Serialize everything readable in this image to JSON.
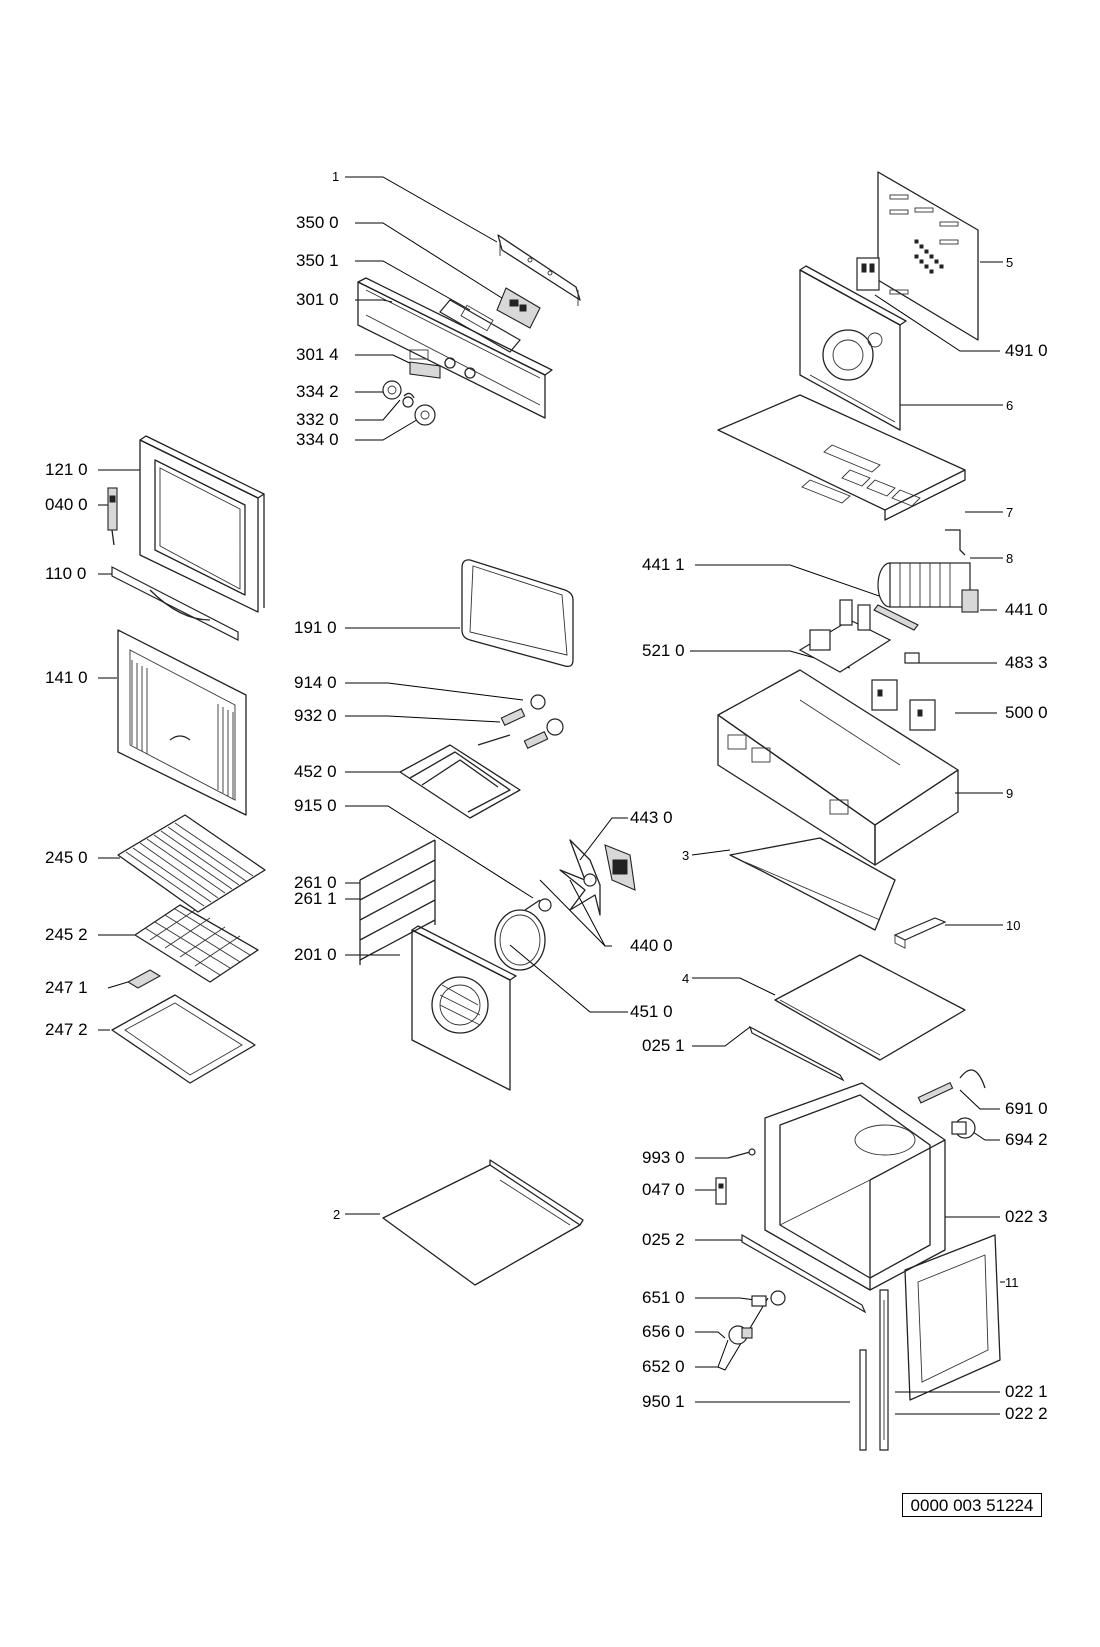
{
  "reference_code": "0000 003 51224",
  "labels": {
    "p1": "1",
    "p350_0": "350 0",
    "p350_1": "350 1",
    "p301_0": "301 0",
    "p301_4": "301 4",
    "p334_2": "334 2",
    "p332_0": "332 0",
    "p334_0": "334 0",
    "p121_0": "121 0",
    "p040_0": "040 0",
    "p110_0": "110 0",
    "p141_0": "141 0",
    "p245_0": "245 0",
    "p245_2": "245 2",
    "p247_1": "247 1",
    "p247_2": "247 2",
    "p191_0": "191 0",
    "p914_0": "914 0",
    "p932_0": "932 0",
    "p452_0": "452 0",
    "p915_0": "915 0",
    "p261_0": "261 0",
    "p261_1": "261 1",
    "p201_0": "201 0",
    "p443_0": "443 0",
    "p440_0": "440 0",
    "p451_0": "451 0",
    "p2": "2",
    "p5": "5",
    "p491_0": "491 0",
    "p6": "6",
    "p7": "7",
    "p8": "8",
    "p441_1": "441 1",
    "p441_0": "441 0",
    "p521_0": "521 0",
    "p483_3": "483 3",
    "p500_0": "500 0",
    "p9": "9",
    "p3": "3",
    "p10": "10",
    "p4": "4",
    "p025_1": "025 1",
    "p691_0": "691 0",
    "p694_2": "694 2",
    "p993_0": "993 0",
    "p047_0": "047 0",
    "p022_3": "022 3",
    "p025_2": "025 2",
    "p11": "11",
    "p651_0": "651 0",
    "p656_0": "656 0",
    "p652_0": "652 0",
    "p950_1": "950 1",
    "p022_1": "022 1",
    "p022_2": "022 2"
  }
}
